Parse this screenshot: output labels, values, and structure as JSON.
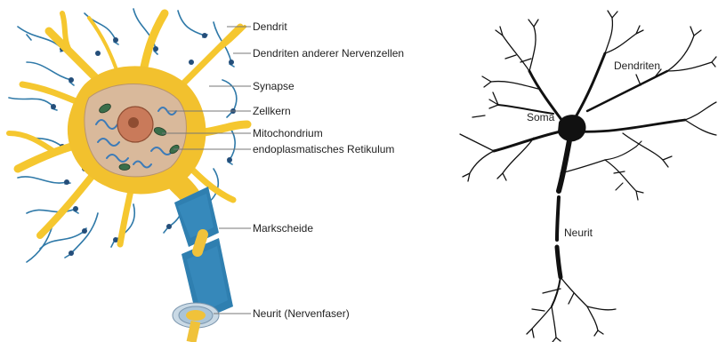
{
  "left_diagram": {
    "labels": {
      "dendrit": "Dendrit",
      "dendriten_anderer": "Dendriten anderer Nervenzellen",
      "synapse": "Synapse",
      "zellkern": "Zellkern",
      "mitochondrium": "Mitochondrium",
      "er": "endoplasmatisches Retikulum",
      "markscheide": "Markscheide",
      "neurit": "Neurit (Nervenfaser)"
    },
    "colors": {
      "cell_body": "#f2c12e",
      "dendrite": "#f5c72f",
      "other_dendrites": "#2f79a8",
      "cytoplasm": "#d8b99a",
      "nucleus": "#c97a5a",
      "myelin": "#2f7fb0",
      "axon": "#f0c23a"
    }
  },
  "right_diagram": {
    "labels": {
      "soma": "Soma",
      "dendriten": "Dendriten",
      "neurit": "Neurit"
    },
    "colors": {
      "ink": "#111111"
    }
  }
}
